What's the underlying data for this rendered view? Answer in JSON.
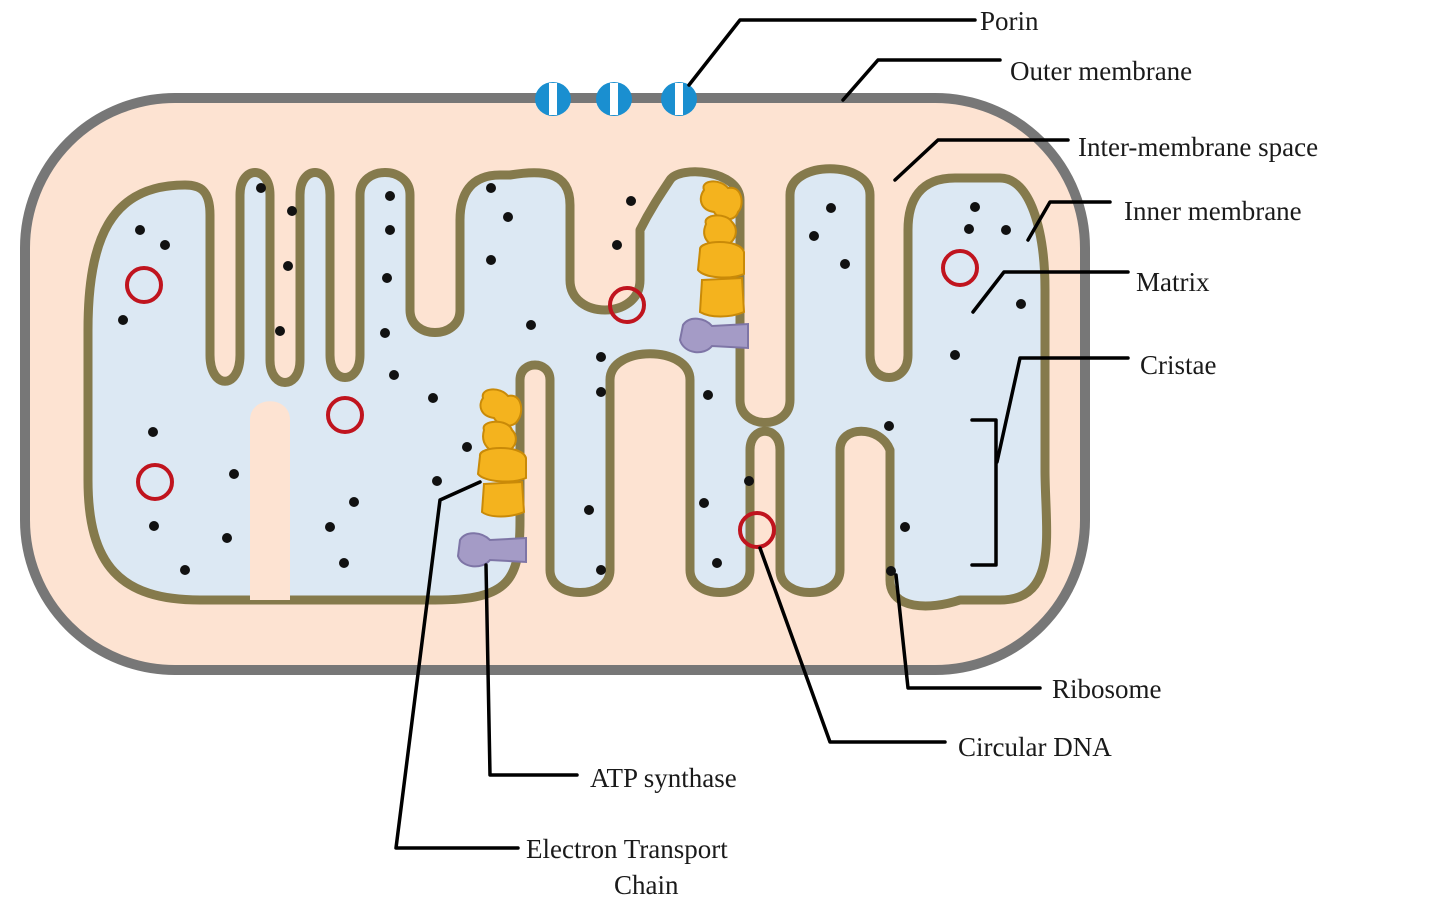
{
  "labels": {
    "porin": "Porin",
    "outer_membrane": "Outer membrane",
    "intermembrane_space": "Inter-membrane space",
    "inner_membrane": "Inner membrane",
    "matrix": "Matrix",
    "cristae": "Cristae",
    "ribosome": "Ribosome",
    "circular_dna": "Circular DNA",
    "atp_synthase": "ATP synthase",
    "etc_line1": "Electron Transport",
    "etc_line2": "Chain"
  },
  "colors": {
    "outer_fill": "#fde3d2",
    "outer_stroke": "#777777",
    "matrix_fill": "#dce8f3",
    "inner_stroke": "#857a4c",
    "porin": "#1a8fd0",
    "etc": "#f4b31e",
    "atp_synthase": "#a49bc6",
    "dna_ring": "#c0141e",
    "ribosome": "#111111"
  }
}
